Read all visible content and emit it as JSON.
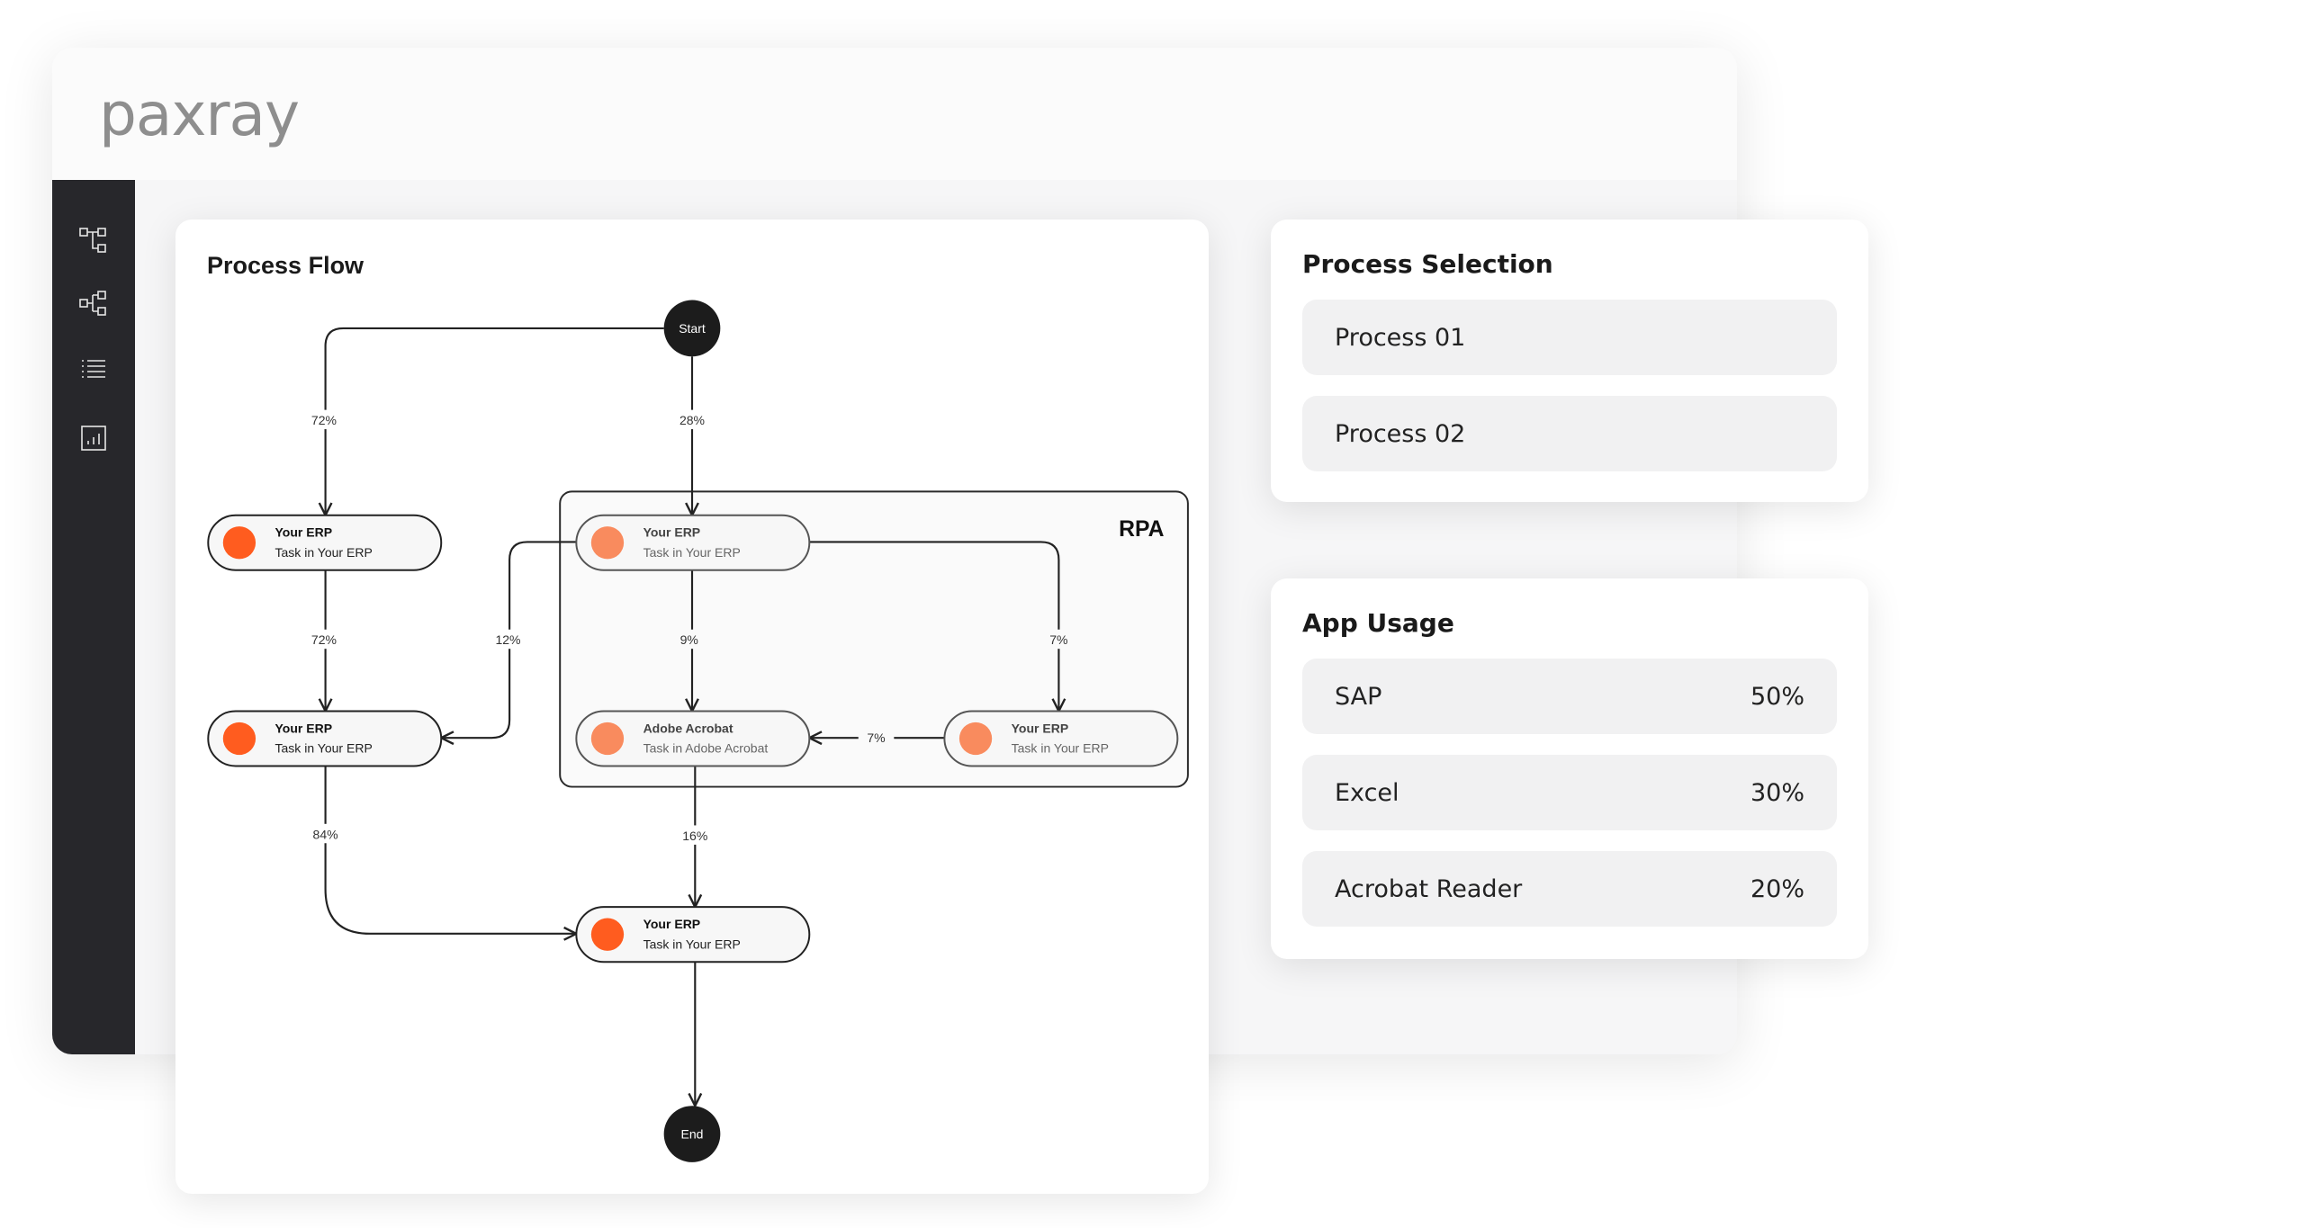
{
  "app": {
    "logo": "paxray"
  },
  "sidebar": {
    "items": [
      {
        "icon": "process-tree-icon"
      },
      {
        "icon": "branch-diagram-icon"
      },
      {
        "icon": "list-icon"
      },
      {
        "icon": "bar-chart-icon"
      }
    ]
  },
  "process_flow": {
    "title": "Process Flow",
    "start_label": "Start",
    "end_label": "End",
    "group_label": "RPA",
    "colors": {
      "task_dot": "#ff5c1f",
      "rpa_task_dot": "#f98b5e",
      "terminal": "#1c1c1c"
    },
    "nodes": [
      {
        "id": "a",
        "title": "Your ERP",
        "subtitle": "Task in Your ERP",
        "rpa": false
      },
      {
        "id": "b",
        "title": "Your ERP",
        "subtitle": "Task in Your ERP",
        "rpa": false
      },
      {
        "id": "c",
        "title": "Your ERP",
        "subtitle": "Task in Your ERP",
        "rpa": true
      },
      {
        "id": "d",
        "title": "Adobe Acrobat",
        "subtitle": "Task in Adobe Acrobat",
        "rpa": true
      },
      {
        "id": "e",
        "title": "Your ERP",
        "subtitle": "Task in Your ERP",
        "rpa": true
      },
      {
        "id": "f",
        "title": "Your ERP",
        "subtitle": "Task in Your ERP",
        "rpa": false
      }
    ],
    "edges": {
      "start_a": "72%",
      "start_c": "28%",
      "a_b": "72%",
      "c_b": "12%",
      "c_d": "9%",
      "c_e": "7%",
      "e_d": "7%",
      "b_f": "84%",
      "d_f": "16%"
    }
  },
  "process_selection": {
    "title": "Process Selection",
    "items": [
      "Process 01",
      "Process 02"
    ]
  },
  "app_usage": {
    "title": "App Usage",
    "items": [
      {
        "name": "SAP",
        "value": "50%"
      },
      {
        "name": "Excel",
        "value": "30%"
      },
      {
        "name": "Acrobat Reader",
        "value": "20%"
      }
    ]
  }
}
